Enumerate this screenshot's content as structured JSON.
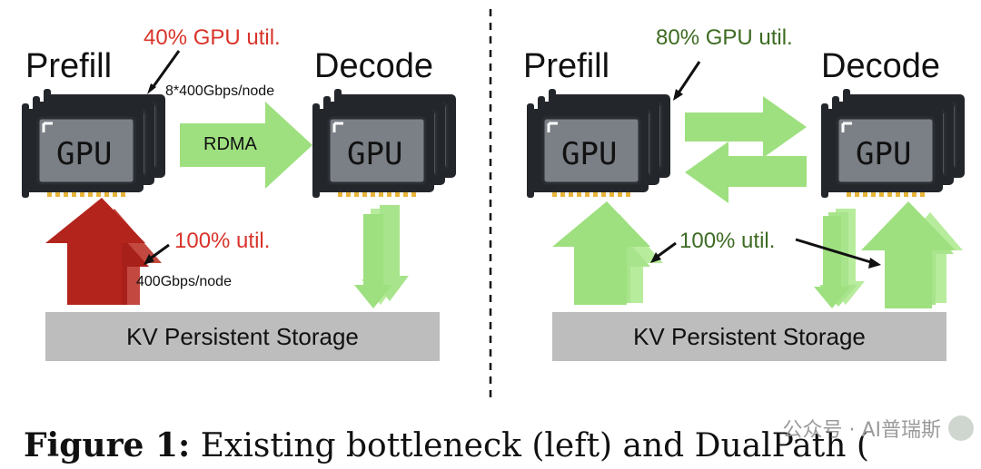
{
  "left": {
    "prefill": "Prefill",
    "decode": "Decode",
    "gpu_util": "40% GPU util.",
    "bandwidth_top": "8*400Gbps/node",
    "rdma": "RDMA",
    "storage_util": "100% util.",
    "bandwidth_bottom": "400Gbps/node",
    "storage": "KV Persistent Storage",
    "gpu_label": "GPU"
  },
  "right": {
    "prefill": "Prefill",
    "decode": "Decode",
    "gpu_util": "80% GPU util.",
    "storage_util": "100% util.",
    "storage": "KV Persistent Storage",
    "gpu_label": "GPU"
  },
  "caption": {
    "prefix": "Figure 1:",
    "text": " Existing bottleneck (left) and DualPath ("
  },
  "watermark": "公众号 · AI普瑞斯",
  "colors": {
    "red": "#d9342b",
    "dark_red": "#a8201a",
    "green_text": "#3d6b22",
    "green_arrow": "#9ee07f",
    "storage_gray": "#bdbdbd",
    "gpu_body": "#7b7f86"
  }
}
